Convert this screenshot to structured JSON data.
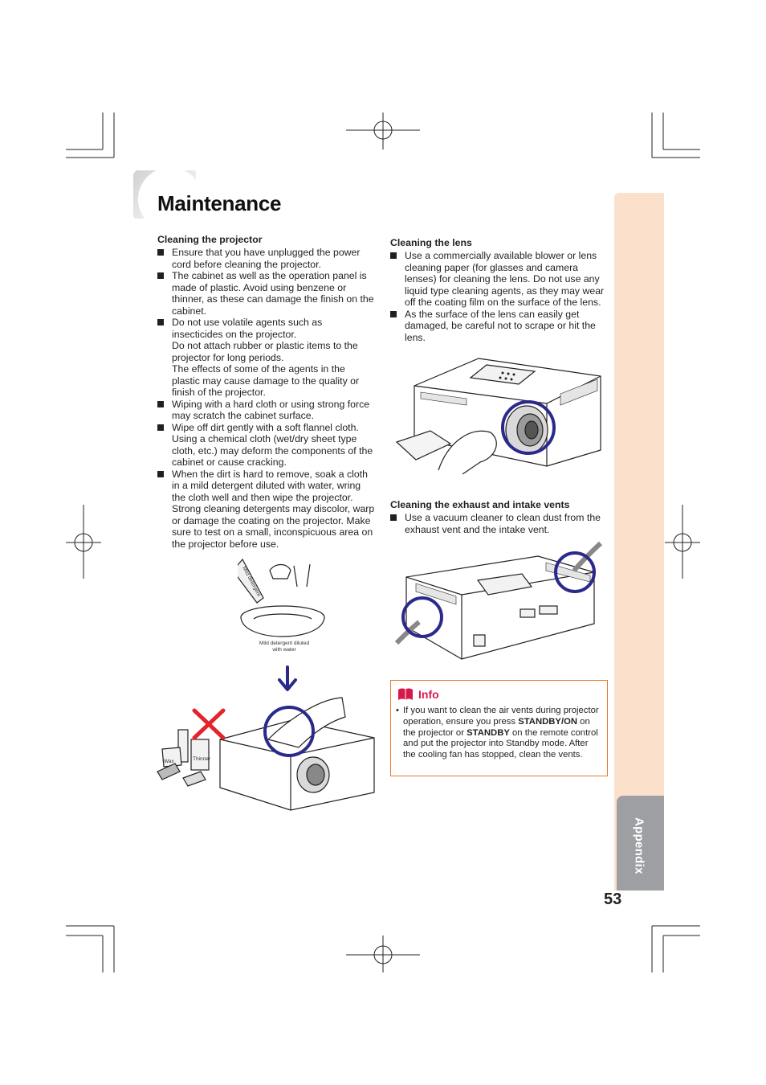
{
  "title": "Maintenance",
  "sections": {
    "projector": {
      "heading": "Cleaning the projector",
      "items": [
        [
          "Ensure that you have unplugged the power cord before cleaning the projector."
        ],
        [
          "The cabinet as well as the operation panel is made of plastic. Avoid using benzene or thinner, as these can damage the finish on the cabinet."
        ],
        [
          "Do not use volatile agents such as insecticides on the projector.",
          "Do not attach rubber or plastic items to the projector for long periods.",
          "The effects of some of the agents in the plastic may cause damage to the quality or finish of the projector."
        ],
        [
          "Wiping with a hard cloth or using strong force may scratch the cabinet surface."
        ],
        [
          "Wipe off dirt gently with a soft flannel cloth. Using a chemical cloth (wet/dry sheet type cloth, etc.) may deform the components of the cabinet or cause cracking."
        ],
        [
          "When the dirt is hard to remove, soak a cloth in a mild detergent diluted with water, wring the cloth well and then wipe the projector. Strong cleaning detergents may discolor, warp or damage the coating on the projector. Make sure to test on a small, inconspicuous area on the projector before use."
        ]
      ]
    },
    "lens": {
      "heading": "Cleaning the lens",
      "items": [
        [
          "Use a commercially available blower or lens cleaning paper (for glasses and camera lenses) for cleaning the lens. Do not use any liquid type cleaning agents, as they may wear off the coating film on the surface of the lens."
        ],
        [
          "As the surface of the lens can easily get damaged, be careful not to scrape or hit the lens."
        ]
      ]
    },
    "vents": {
      "heading": "Cleaning the exhaust and intake vents",
      "items": [
        [
          "Use a vacuum cleaner to clean dust from the exhaust vent and the intake vent."
        ]
      ]
    }
  },
  "illustration": {
    "tube_label": "Mild detergent",
    "bowl_label_1": "Mild detergent diluted",
    "bowl_label_2": "with water",
    "wax_label": "Wax",
    "thinner_label": "Thinner"
  },
  "info": {
    "title": "Info",
    "bullet": "•",
    "text_1": "If you want to clean the air vents during projector operation, ensure you press ",
    "key_1": "STANDBY/ON",
    "text_2": " on the projector or ",
    "key_2": "STANDBY",
    "text_3": " on the remote control and put the projector into Standby mode. After the cooling fan has stopped, clean the vents."
  },
  "side_tab": "Appendix",
  "page_number": "53",
  "colors": {
    "side_tab": "#fbe0cc",
    "side_tab_active": "#9e9fa3",
    "info_border": "#e8782f",
    "info_title": "#d7194a",
    "highlight_circle": "#2a2a8c",
    "prohibit_cross": "#e3242b"
  }
}
